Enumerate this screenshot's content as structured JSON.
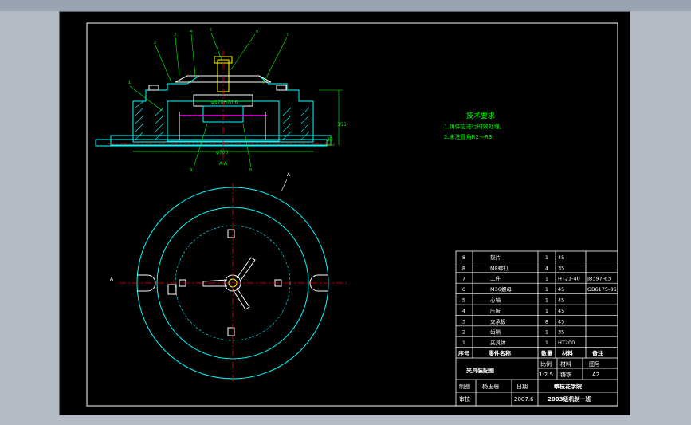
{
  "colors": {
    "background": "#000000",
    "outline": "#00ffff",
    "green": "#00ff00",
    "white": "#ffffff",
    "red": "#ff0000",
    "yellow": "#ffff00",
    "magenta": "#ff00ff"
  },
  "drawing": {
    "section_label": "A-A",
    "view_marker": "A",
    "dim_bore": "φ170H7/h6",
    "dim_outer": "φ700",
    "dim_height": "356",
    "dim_base": "30",
    "leaders": [
      "1",
      "2",
      "3",
      "4",
      "5",
      "6",
      "7",
      "8",
      "9"
    ]
  },
  "requirements": {
    "title": "技术要求",
    "items": [
      "1.铸件应进行时效处理。",
      "2.未注圆角R2～R3"
    ]
  },
  "bom": {
    "rows": [
      {
        "no": "8",
        "name": "垫片",
        "qty": "1",
        "material": "45",
        "note": ""
      },
      {
        "no": "8",
        "name": "M8螺钉",
        "qty": "4",
        "material": "35",
        "note": ""
      },
      {
        "no": "7",
        "name": "工件",
        "qty": "1",
        "material": "HT21-40",
        "note": "JB397-63"
      },
      {
        "no": "6",
        "name": "M36螺母",
        "qty": "1",
        "material": "45",
        "note": "GB6175-86"
      },
      {
        "no": "5",
        "name": "心轴",
        "qty": "1",
        "material": "45",
        "note": ""
      },
      {
        "no": "4",
        "name": "压板",
        "qty": "1",
        "material": "45",
        "note": ""
      },
      {
        "no": "3",
        "name": "支承板",
        "qty": "8",
        "material": "45",
        "note": ""
      },
      {
        "no": "2",
        "name": "齿销",
        "qty": "1",
        "material": "35",
        "note": ""
      },
      {
        "no": "1",
        "name": "夹具体",
        "qty": "1",
        "material": "HT200",
        "note": ""
      }
    ],
    "header": {
      "no": "序号",
      "name": "零件名称",
      "qty": "数量",
      "material": "材料",
      "note": "备注"
    }
  },
  "title_block": {
    "drawing_name": "夹具装配图",
    "scale_label": "比例",
    "material_label": "材料",
    "drawing_no_label": "图号",
    "scale": "1:2.5",
    "material": "铸铁",
    "sheet": "A2",
    "drawn_label": "制图",
    "drawn_by": "杨玉珊",
    "date_label": "日期",
    "date": "2007.6",
    "checked_label": "审核",
    "school": "攀枝花学院",
    "class": "2003级机制一班"
  }
}
